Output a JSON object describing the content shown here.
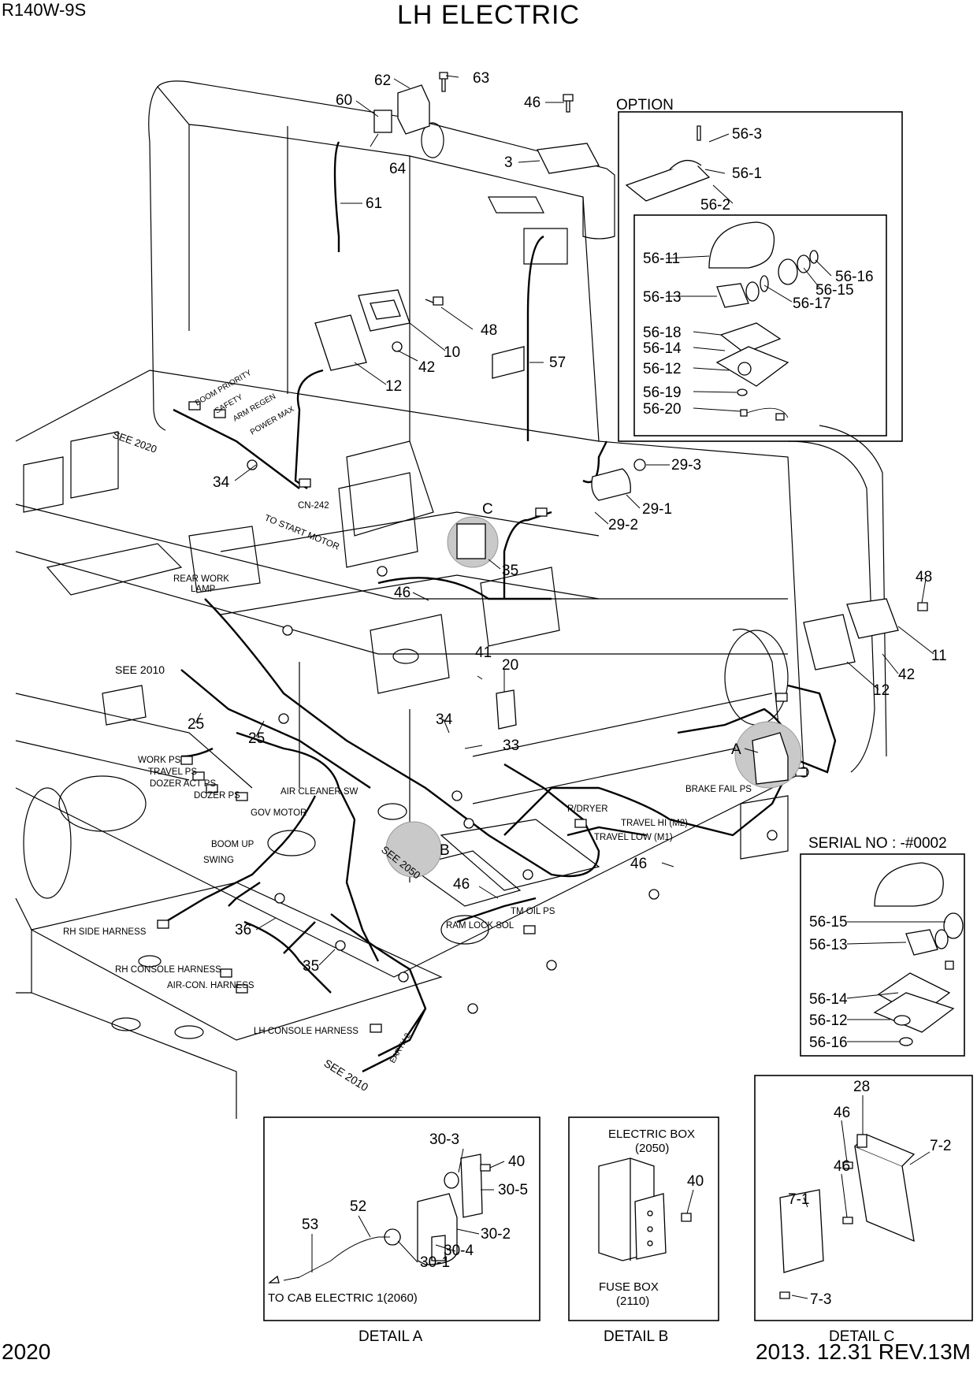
{
  "header": {
    "model": "R140W-9S",
    "title": "LH ELECTRIC",
    "page_number": "2020",
    "revision": "2013. 12.31  REV.13M"
  },
  "option_box": {
    "title": "OPTION",
    "parts": [
      "56-3",
      "56-1",
      "56-2",
      "56-11",
      "56-16",
      "56-15",
      "56-13",
      "56-17",
      "56-18",
      "56-14",
      "56-12",
      "56-19",
      "56-20"
    ]
  },
  "serial_box": {
    "title": "SERIAL NO : -#0002",
    "parts": [
      "56-15",
      "56-13",
      "56-14",
      "56-12",
      "56-16"
    ]
  },
  "main_callouts": {
    "c62": "62",
    "c63": "63",
    "c60": "60",
    "c64": "64",
    "c61": "61",
    "c46a": "46",
    "c3": "3",
    "c57": "57",
    "c48a": "48",
    "c10": "10",
    "c42a": "42",
    "c12a": "12",
    "c34a": "34",
    "c29_3": "29-3",
    "c29_1": "29-1",
    "c29_2": "29-2",
    "cC": "C",
    "c35a": "35",
    "c46b": "46",
    "c48b": "48",
    "c11": "11",
    "c42b": "42",
    "c12b": "12",
    "c41": "41",
    "c20": "20",
    "c25a": "25",
    "c25b": "25",
    "c34b": "34",
    "c33": "33",
    "cA": "A",
    "cB": "B",
    "c46c": "46",
    "c46d": "46",
    "c36": "36",
    "c35b": "35"
  },
  "harness_labels": {
    "see2020": "SEE 2020",
    "cn242": "CN-242",
    "start_motor": "TO START MOTOR",
    "rear_work_lamp_1": "REAR WORK",
    "rear_work_lamp_2": "LAMP",
    "see2010a": "SEE 2010",
    "boom_priority": "BOOM PRIORITY",
    "safety": "SAFETY",
    "arm_regen": "ARM REGEN",
    "power_max": "POWER MAX",
    "work_ps": "WORK PS",
    "travel_ps": "TRAVEL PS",
    "dozer_act_ps": "DOZER ACT PS",
    "dozer_ps": "DOZER PS",
    "air_cleaner_sw": "AIR CLEANER SW",
    "gov_motor": "GOV MOTOR",
    "boom_up": "BOOM UP",
    "swing": "SWING",
    "see2050": "SEE 2050",
    "r_dryer": "R/DRYER",
    "brake_fail_ps": "BRAKE FAIL PS",
    "travel_hi": "TRAVEL HI (M2)",
    "travel_low": "TRAVEL LOW (M1)",
    "tm_oil_ps": "TM OIL PS",
    "ram_lock_sol": "RAM LOCK SOL",
    "rh_side_harness": "RH SIDE HARNESS",
    "rh_console_harness": "RH CONSOLE HARNESS",
    "air_con_harness": "AIR-CON. HARNESS",
    "lh_console_harness": "LH CONSOLE HARNESS",
    "earth2": "EARTH 2",
    "see2010b": "SEE 2010"
  },
  "detail_a": {
    "caption": "DETAIL A",
    "to_cab": "TO CAB ELECTRIC 1(2060)",
    "parts": [
      "30-3",
      "40",
      "30-5",
      "52",
      "53",
      "30-2",
      "30-4",
      "30-1"
    ]
  },
  "detail_b": {
    "caption": "DETAIL B",
    "electric_box": "ELECTRIC BOX",
    "electric_box_ref": "(2050)",
    "fuse_box": "FUSE BOX",
    "fuse_box_ref": "(2110)",
    "parts": [
      "40"
    ]
  },
  "detail_c": {
    "caption": "DETAIL C",
    "parts": [
      "28",
      "46",
      "7-2",
      "46",
      "7-1",
      "7-3"
    ]
  }
}
